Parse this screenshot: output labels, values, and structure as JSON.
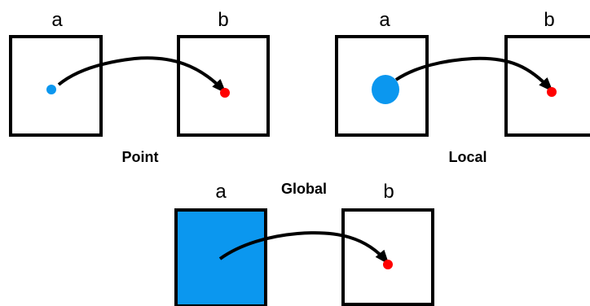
{
  "panels": [
    {
      "id": "point",
      "caption": "Point",
      "source_label": "a",
      "target_label": "b",
      "source_marker": "small-dot",
      "source_fill": "none"
    },
    {
      "id": "local",
      "caption": "Local",
      "source_label": "a",
      "target_label": "b",
      "source_marker": "large-ellipse",
      "source_fill": "none"
    },
    {
      "id": "global",
      "caption": "Global",
      "source_label": "a",
      "target_label": "b",
      "source_marker": "none",
      "source_fill": "full"
    }
  ],
  "colors": {
    "source": "#0b97ef",
    "target": "#ff0000",
    "stroke": "#000000",
    "background": "#ffffff"
  }
}
